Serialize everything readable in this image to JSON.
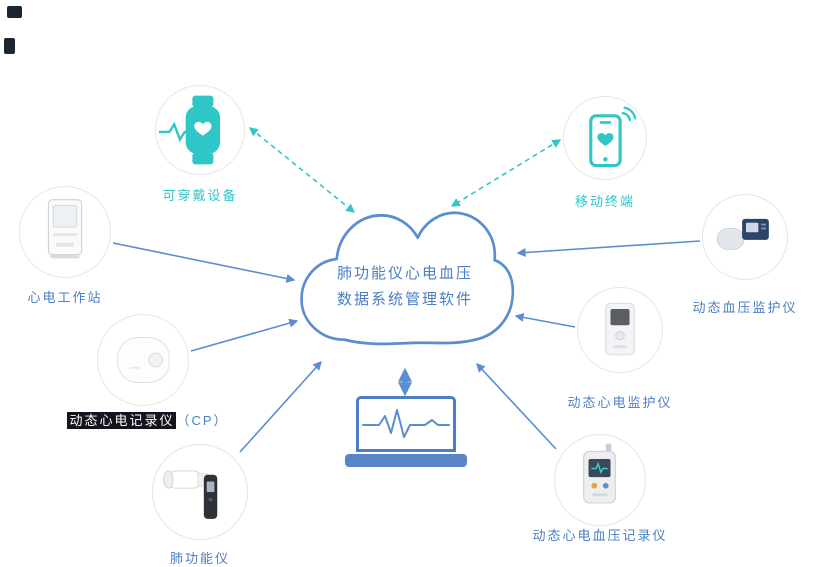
{
  "colors": {
    "teal": "#2fc6c8",
    "blue": "#5a8ed0",
    "label_blue": "#4a7ec5",
    "highlight_dark": "#14141e"
  },
  "cloud": {
    "line1": "肺功能仪心电血压",
    "line2": "数据系统管理软件"
  },
  "nodes": {
    "wearable": {
      "label": "可穿戴设备"
    },
    "mobile": {
      "label": "移动终端"
    },
    "workstation": {
      "label": "心电工作站"
    },
    "holter_recorder": {
      "label_main": "动态心电记录仪",
      "label_suffix": "（CP）"
    },
    "spirometer": {
      "label": "肺功能仪"
    },
    "bp_monitor": {
      "label": "动态血压监护仪"
    },
    "ecg_monitor": {
      "label": "动态心电监护仪"
    },
    "ecg_bp_recorder": {
      "label": "动态心电血压记录仪"
    }
  }
}
